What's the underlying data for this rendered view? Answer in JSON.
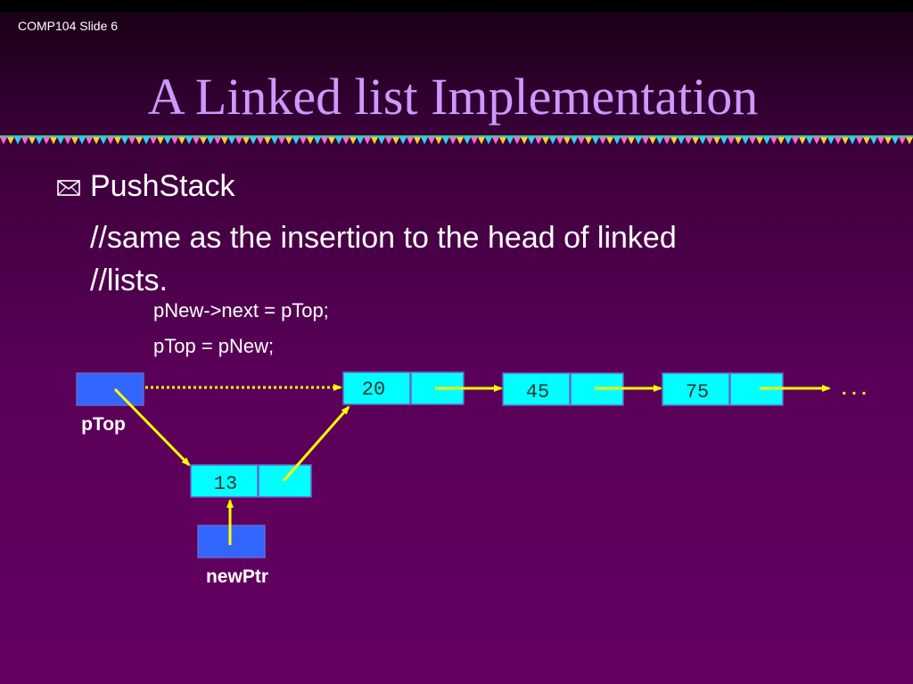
{
  "header": {
    "slide_label": "COMP104 Slide 6"
  },
  "title": "A Linked list Implementation",
  "bullet": {
    "icon": "envelope-icon",
    "text": "PushStack",
    "comment_lines": [
      "//same as the insertion to the head of linked",
      "//lists."
    ],
    "code_lines": [
      "pNew->next = pTop;",
      "pTop = pNew;"
    ]
  },
  "diagram": {
    "labels": {
      "ptop": "pTop",
      "newptr": "newPtr",
      "ellipsis": ". . ."
    },
    "nodes": [
      "20",
      "45",
      "75",
      "13"
    ],
    "colors": {
      "node_fill": "#00ffff",
      "pointer_fill": "#3366ff",
      "arrow": "#ffff00",
      "title": "#cc99ff",
      "label": "#ffffff"
    }
  }
}
